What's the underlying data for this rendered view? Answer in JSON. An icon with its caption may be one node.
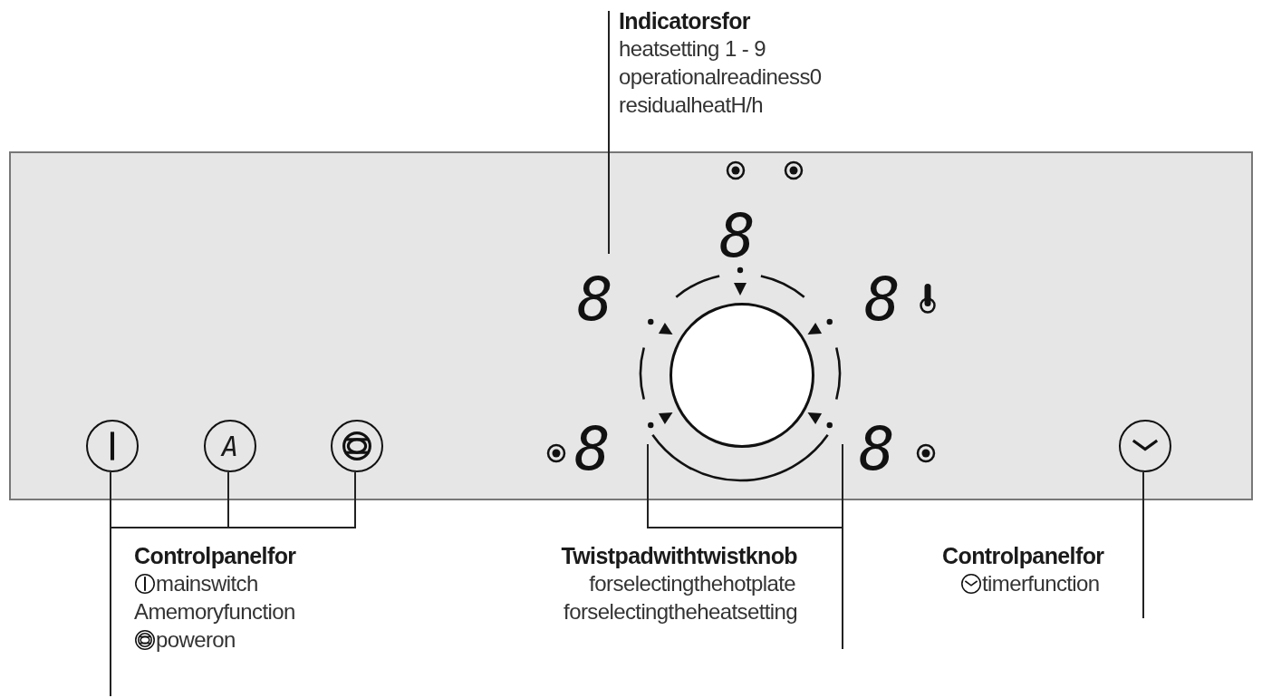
{
  "diagram": {
    "nodes": [
      {
        "text": [
          "Indicatorsfor",
          "heatsetting 1 - 9",
          "operationalreadiness0",
          "residualheatH/h"
        ]
      },
      {
        "text": [],
        "shape": "box"
      },
      {
        "text": [
          "8"
        ],
        "in": 1
      },
      {
        "text": [
          "8"
        ],
        "in": 1
      },
      {
        "text": [
          "8"
        ],
        "in": 1
      },
      {
        "text": [
          "8"
        ],
        "in": 1
      },
      {
        "text": [
          "8"
        ],
        "in": 1
      },
      {
        "text": [],
        "shape": "circle",
        "in": 1
      },
      {
        "text": [
          "A"
        ],
        "in": 1
      },
      {
        "text": [],
        "shape": "circle",
        "in": 1
      },
      {
        "text": [],
        "shape": "circle",
        "in": 1
      },
      {
        "text": [],
        "shape": "circle",
        "in": 1
      },
      {
        "text": [
          "Controlpanelfor",
          "mainswitch",
          "Amemoryfunction",
          "poweron"
        ]
      },
      {
        "text": [
          "Twistpadwithtwistknob",
          "forselectingthehotplate",
          "forselectingtheheatsetting"
        ]
      },
      {
        "text": [
          "Controlpanelfor",
          "timerfunction"
        ]
      }
    ],
    "edges": [
      {
        "from": 0,
        "to": 2,
        "arrow": "none"
      },
      {
        "from": 12,
        "to": 7,
        "arrow": "none"
      },
      {
        "from": 12,
        "to": 8,
        "arrow": "none"
      },
      {
        "from": 12,
        "to": 9,
        "arrow": "none"
      },
      {
        "from": 13,
        "to": 10,
        "arrow": "none"
      },
      {
        "from": 14,
        "to": 11,
        "arrow": "none"
      }
    ]
  }
}
